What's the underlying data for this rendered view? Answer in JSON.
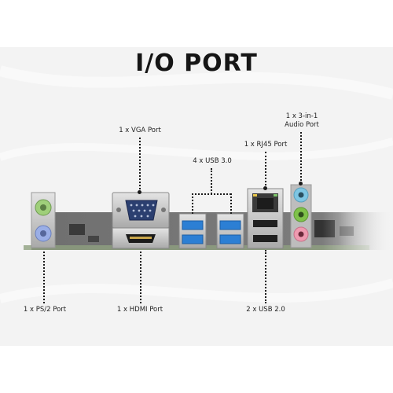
{
  "title": "I/O PORT",
  "labels": {
    "vga": "1 x VGA Port",
    "usb30": "4 x USB 3.0",
    "rj45": "1 x RJ45 Port",
    "audio": "1 x 3-in-1 Audio Port",
    "ps2": "1 x PS/2 Port",
    "hdmi": "1 x HDMI Port",
    "usb20": "2 x USB 2.0"
  },
  "colors": {
    "usb3_blue": "#2c7fd4",
    "audio_blue": "#7ec6e3",
    "audio_green": "#7fc24a",
    "audio_pink": "#ef9ab0",
    "ps2_green": "#9fcf7a",
    "ps2_purple": "#9aaee6"
  }
}
